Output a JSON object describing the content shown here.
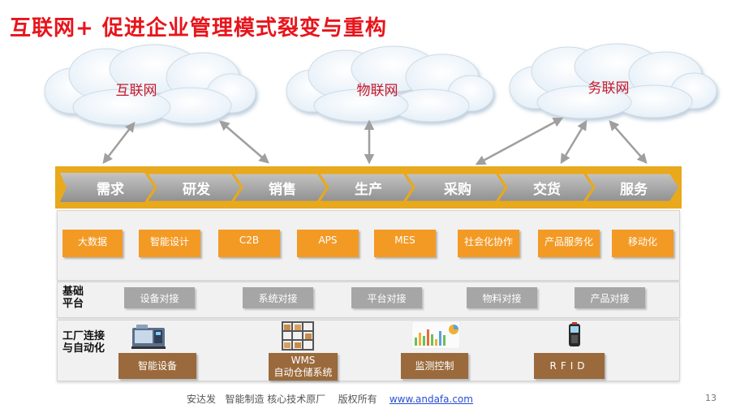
{
  "title": "互联网+ 促进企业管理模式裂变与重构",
  "clouds": [
    {
      "label": "互联网"
    },
    {
      "label": "物联网"
    },
    {
      "label": "务联网"
    }
  ],
  "process_steps": [
    "需求",
    "研发",
    "销售",
    "生产",
    "采购",
    "交货",
    "服务"
  ],
  "capabilities": [
    "大数据",
    "智能设计",
    "C2B",
    "APS",
    "MES",
    "社会化协作",
    "产品服务化",
    "移动化"
  ],
  "base_platform": {
    "label_line1": "基础",
    "label_line2": "平台",
    "items": [
      "设备对接",
      "系统对接",
      "平台对接",
      "物料对接",
      "产品对接"
    ]
  },
  "factory": {
    "label_line1": "工厂连接",
    "label_line2": "与自动化",
    "items": [
      {
        "line1": "智能设备",
        "line2": "",
        "icon": "cnc-machine-icon"
      },
      {
        "line1": "WMS",
        "line2": "自动仓储系统",
        "icon": "warehouse-shelf-icon"
      },
      {
        "line1": "监测控制",
        "line2": "",
        "icon": "monitoring-chart-icon"
      },
      {
        "line1": "RFID",
        "line2": "",
        "icon": "handheld-scanner-icon"
      }
    ]
  },
  "footer": {
    "company": "安达发",
    "slogan": "智能制造 核心技术原厂",
    "rights": "版权所有",
    "url": "www.andafa.com"
  },
  "page_number": "13",
  "colors": {
    "title": "#e8141b",
    "band": "#e9a91c",
    "step_arrow": "#a9a9a9",
    "capability_box": "#f39a25",
    "platform_box": "#a6a6a6",
    "factory_box": "#9a6a3c",
    "cloud_text": "#c8182a"
  }
}
